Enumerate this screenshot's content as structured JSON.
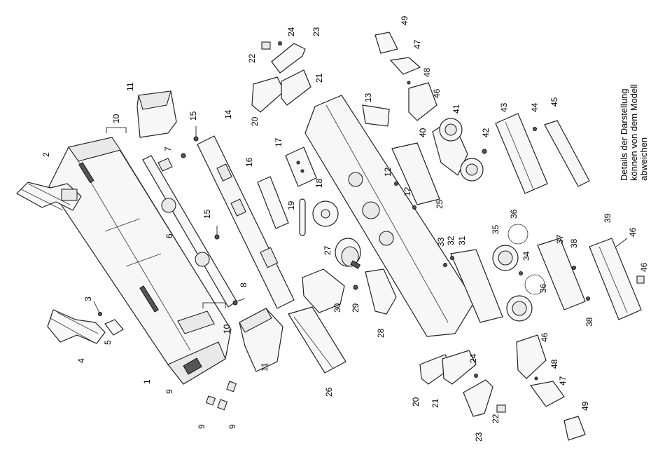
{
  "note_lines": [
    "Details der Darstellung",
    "können von dem Modell",
    "abweichen"
  ],
  "callouts": [
    "1",
    "2",
    "3",
    "4",
    "5",
    "6",
    "7",
    "8",
    "9",
    "9",
    "9",
    "10",
    "10",
    "11",
    "11",
    "12",
    "12",
    "13",
    "14",
    "15",
    "15",
    "16",
    "17",
    "18",
    "19",
    "20",
    "20",
    "21",
    "21",
    "22",
    "22",
    "23",
    "23",
    "24",
    "24",
    "25",
    "26",
    "27",
    "28",
    "29",
    "30",
    "31",
    "32",
    "33",
    "34",
    "35",
    "36",
    "36",
    "37",
    "38",
    "38",
    "39",
    "40",
    "41",
    "42",
    "43",
    "44",
    "45",
    "46",
    "46",
    "46",
    "46",
    "47",
    "47",
    "48",
    "48",
    "49",
    "49"
  ]
}
